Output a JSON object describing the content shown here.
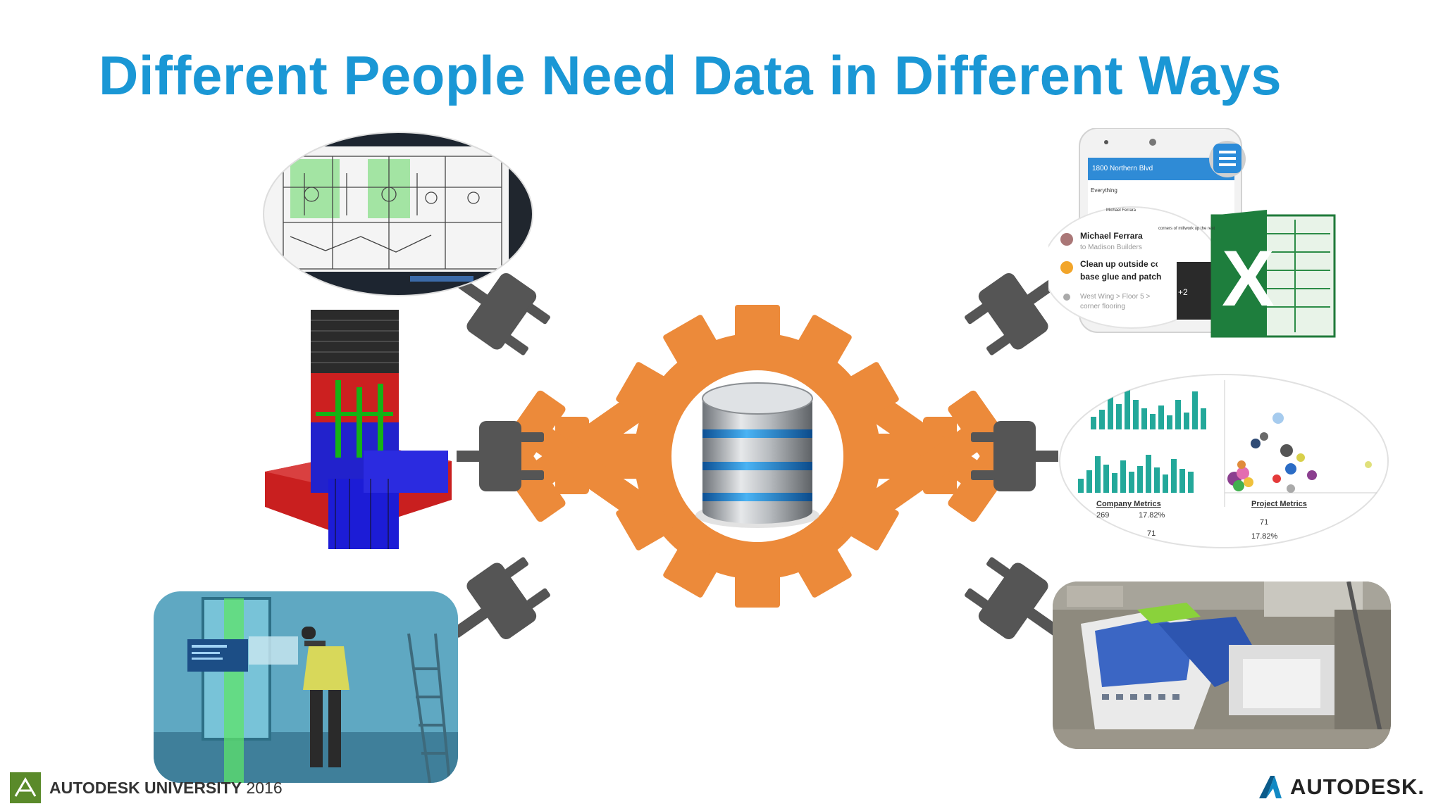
{
  "slide": {
    "title": "Different People Need Data in Different Ways"
  },
  "colors": {
    "title": "#1a97d5",
    "gear": "#ec8a3a",
    "plug": "#555555",
    "database_band": "#2d8ed8"
  },
  "mobile_app": {
    "location": "1800 Northern Blvd",
    "filter": "Everything",
    "person_small": "Michael Ferrara",
    "note_small": "corners of millwork up the rest",
    "person": "Michael Ferrara",
    "recipient": "to Madison Builders",
    "task": "Clean up outside corners",
    "task_line2": "base glue and patch",
    "location_path": "West Wing > Floor 5 >",
    "location_path2": "corner flooring",
    "badge": "+2"
  },
  "dashboard": {
    "left_title": "Company Metrics",
    "right_title": "Project Metrics",
    "left_value1": "269",
    "left_value2": "17.82%",
    "left_value3": "71",
    "right_value1": "71",
    "right_value2": "17.82%"
  },
  "footer": {
    "event_bold": "AUTODESK UNIVERSITY",
    "event_year": "2016",
    "brand": "AUTODESK."
  },
  "icons": [
    "gear-icon",
    "database-icon",
    "plug-icon",
    "excel-icon",
    "menu-icon",
    "autodesk-logo",
    "au-logo"
  ]
}
